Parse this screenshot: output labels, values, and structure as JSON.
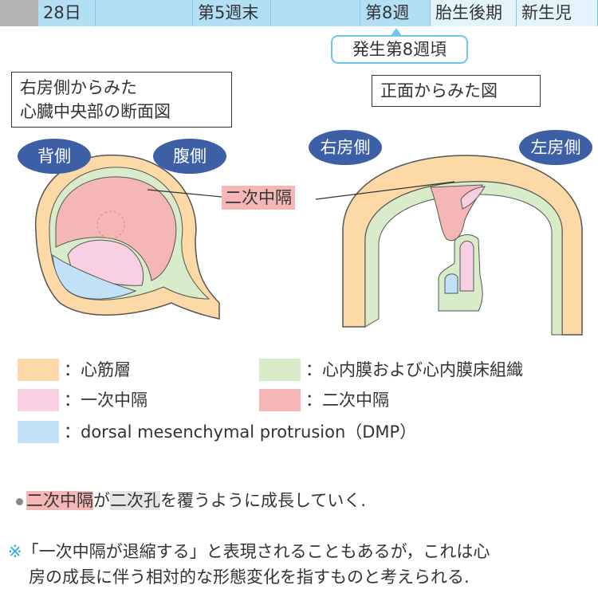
{
  "timeline": {
    "cells": [
      "28日",
      "第5週末",
      "第8週",
      "胎生後期",
      "新生児"
    ],
    "callout": "発生第8週頃"
  },
  "left_panel": {
    "title_line1": "右房側からみた",
    "title_line2": "心臓中央部の断面図",
    "label_back": "背側",
    "label_front": "腹側"
  },
  "right_panel": {
    "title": "正面からみた図",
    "label_ra": "右房側",
    "label_la": "左房側"
  },
  "septum_label": "二次中隔",
  "legend": [
    {
      "color": "#fcd9a6",
      "label": "：心筋層"
    },
    {
      "color": "#d8ecca",
      "label": "：心内膜および心内膜床組織"
    },
    {
      "color": "#f9d0e3",
      "label": "：一次中隔"
    },
    {
      "color": "#f5b7b5",
      "label": "：二次中隔"
    },
    {
      "color": "#c1e2f6",
      "label": "：dorsal mesenchymal protrusion（DMP）"
    }
  ],
  "bullet": {
    "hl1": "二次中隔",
    "mid": "が",
    "hl2": "二次孔",
    "rest": "を覆うように成長していく."
  },
  "note": {
    "mark": "※",
    "line1": "「一次中隔が退縮する」と表現されることもあるが，これは心",
    "line2": "房の成長に伴う相対的な形態変化を指すものと考えられる."
  }
}
